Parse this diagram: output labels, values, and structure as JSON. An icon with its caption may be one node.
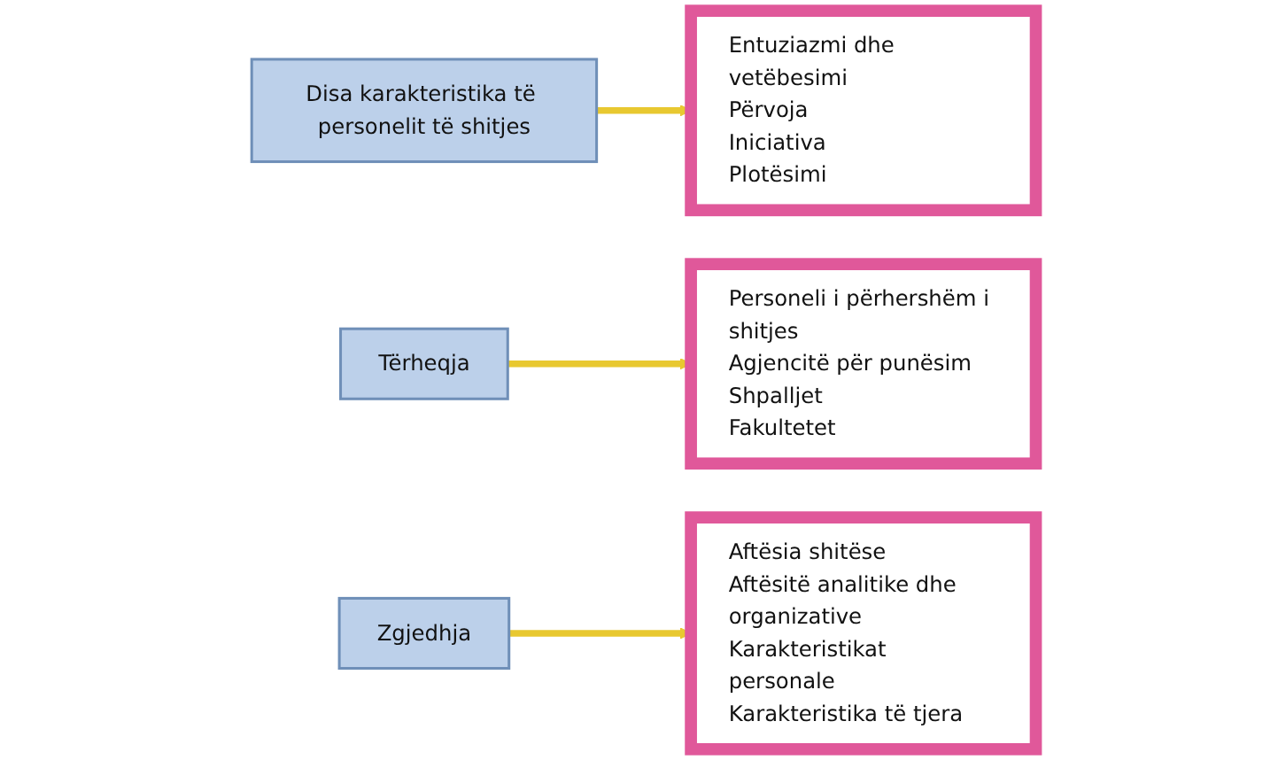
{
  "diagram": {
    "nodes": [
      {
        "text": [
          "Disa karakteristika të personelit të shitjes"
        ]
      },
      {
        "text": [
          "Entuziazmi dhe vetëbesimi",
          "Përvoja",
          "Iniciativa",
          "Plotësimi"
        ]
      },
      {
        "text": [
          "Tërheqja"
        ]
      },
      {
        "text": [
          "Personeli i përhershëm i shitjes",
          "Agjencitë për punësim",
          "Shpalljet",
          "Fakultetet"
        ]
      },
      {
        "text": [
          "Zgjedhja"
        ]
      },
      {
        "text": [
          "Aftësia shitëse",
          "Aftësitë analitike dhe organizative",
          "Karakteristikat personale",
          "Karakteristika të tjera"
        ]
      }
    ],
    "edges": [
      {
        "from": 0,
        "to": 1,
        "arrow": "to"
      },
      {
        "from": 2,
        "to": 3,
        "arrow": "to"
      },
      {
        "from": 4,
        "to": 5,
        "arrow": "to"
      }
    ]
  }
}
